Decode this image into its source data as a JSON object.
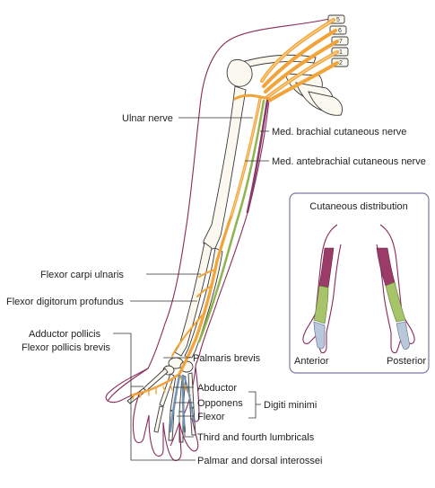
{
  "labels": {
    "ulnar_nerve": "Ulnar nerve",
    "med_brachial": "Med. brachial cutaneous nerve",
    "med_antebrachial": "Med. antebrachial cutaneous nerve",
    "flexor_carpi_ulnaris": "Flexor carpi ulnaris",
    "flexor_digitorum_profundus": "Flexor digitorum profundus",
    "adductor_pollicis": "Adductor pollicis",
    "flexor_pollicis_brevis": "Flexor pollicis brevis",
    "palmaris_brevis": "Palmaris brevis",
    "abductor": "Abductor",
    "opponens": "Opponens",
    "flexor": "Flexor",
    "digiti_minimi": "Digiti minimi",
    "third_fourth_lumbricals": "Third and fourth lumbricals",
    "palmar_dorsal_interossei": "Palmar and dorsal interossei"
  },
  "spine_labels": [
    "5",
    "6",
    "7",
    "1",
    "2"
  ],
  "inset": {
    "title": "Cutaneous distribution",
    "anterior": "Anterior",
    "posterior": "Posterior"
  },
  "colors": {
    "nerve_orange": "#f2a33a",
    "brachial_purple": "#8a3a6a",
    "antebrachial_green": "#8fb44d",
    "ulnar_blue": "#6e92b8",
    "skin_outline": "#8a2a5a",
    "inset_border": "#7a7aa8"
  }
}
